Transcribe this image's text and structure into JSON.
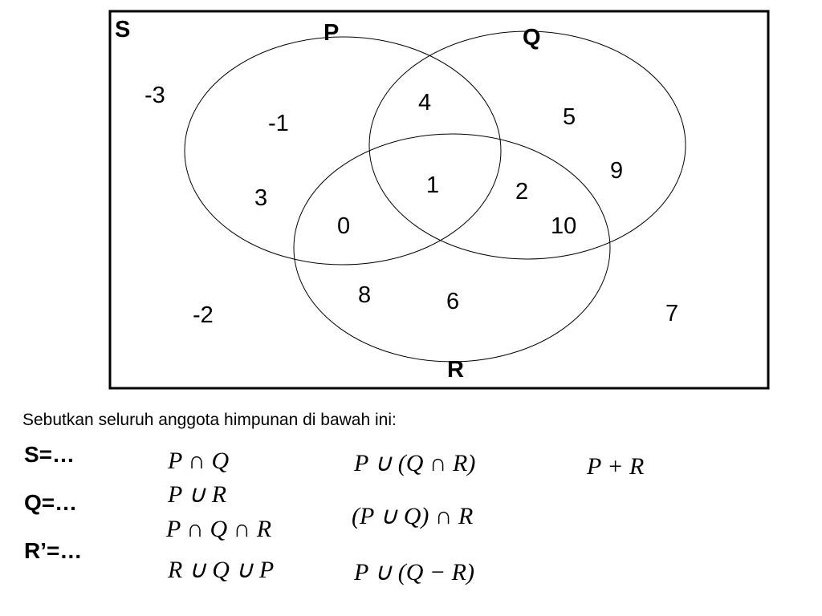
{
  "universe_label": "S",
  "sets": {
    "P": "P",
    "Q": "Q",
    "R": "R"
  },
  "elements": {
    "outside": [
      "-3",
      "-2",
      "7"
    ],
    "p_only": [
      "-1",
      "3"
    ],
    "p_and_q_only": [
      "4"
    ],
    "q_only": [
      "5",
      "9"
    ],
    "p_q_r": [
      "1"
    ],
    "q_and_r_only": [
      "2",
      "10"
    ],
    "p_and_r_only": [
      "0"
    ],
    "r_only": [
      "8",
      "6"
    ]
  },
  "instruction": "Sebutkan seluruh anggota himpunan di bawah ini:",
  "questions": [
    "S=…",
    "Q=…",
    "R’=…"
  ],
  "expressions": [
    "P ∩ Q",
    "P ∪ R",
    "P ∩ Q ∩ R",
    "R ∪ Q ∪ P",
    "P ∪ (Q ∩ R)",
    "(P ∪ Q) ∩ R",
    "P ∪ (Q − R)",
    "P + R"
  ]
}
